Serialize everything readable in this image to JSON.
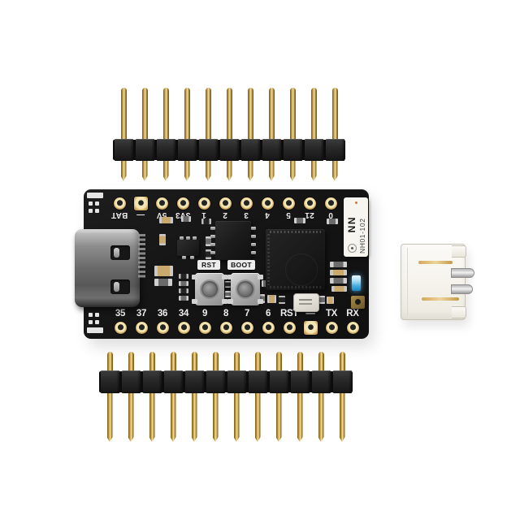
{
  "colors": {
    "pcb": "#151515",
    "plastic": "#2b2b2b",
    "gold": "#c9a24f",
    "gold_highlight": "#f3e6b4",
    "gold_shadow": "#6e5212",
    "silkscreen": "#ededed",
    "label_bg": "#f7f5ef",
    "blue_led": "#3fa9e0"
  },
  "board": {
    "top_pin_labels": [
      "BAT",
      "—",
      "5V",
      "3V3",
      "1",
      "2",
      "3",
      "4",
      "5",
      "21",
      "0"
    ],
    "bottom_pin_labels": [
      "35",
      "37",
      "36",
      "34",
      "9",
      "8",
      "7",
      "6",
      "RST",
      "—",
      "TX",
      "RX"
    ],
    "top_square_pad_index": 1,
    "bottom_square_pad_index": 9,
    "buttons": [
      {
        "label": "RST"
      },
      {
        "label": "BOOT"
      }
    ],
    "antenna_label": {
      "logo": "NN",
      "text": "NH01-102"
    }
  },
  "headers": {
    "top_pin_count": 11,
    "bottom_pin_count": 12
  },
  "jst": {
    "pin_count": 2
  }
}
